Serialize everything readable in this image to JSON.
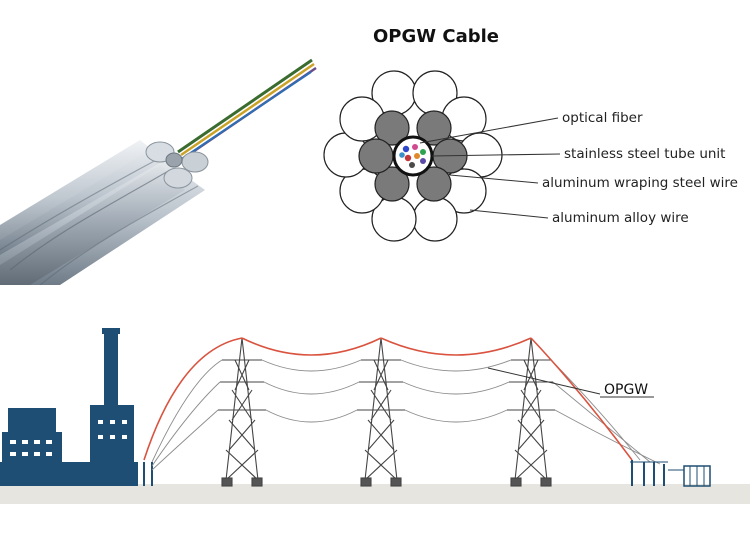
{
  "diagram": {
    "title": "OPGW Cable",
    "labels": {
      "optical_fiber": "optical fiber",
      "steel_tube": "stainless steel tube unit",
      "al_steel": "aluminum wraping steel wire",
      "al_alloy": "aluminum alloy wire"
    },
    "scene_label": "OPGW"
  },
  "colors": {
    "industrial_blue": "#1e4e73",
    "cable_red": "#d9533f",
    "steel_wire_grey": "#7a7a7a",
    "ground": "#e6e5df"
  }
}
